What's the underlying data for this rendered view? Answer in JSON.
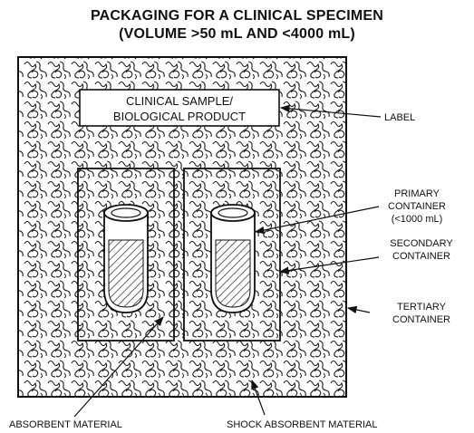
{
  "title": {
    "line1": "PACKAGING FOR A CLINICAL SPECIMEN",
    "line2": "(VOLUME >50 mL AND <4000 mL)"
  },
  "label_box": {
    "line1": "CLINICAL SAMPLE/",
    "line2": "BIOLOGICAL PRODUCT"
  },
  "callouts": {
    "label": "LABEL",
    "primary_l1": "PRIMARY",
    "primary_l2": "CONTAINER",
    "primary_l3": "(<1000 mL)",
    "secondary_l1": "SECONDARY",
    "secondary_l2": "CONTAINER",
    "tertiary_l1": "TERTIARY",
    "tertiary_l2": "CONTAINER",
    "absorbent": "ABSORBENT MATERIAL",
    "shock": "SHOCK ABSORBENT MATERIAL"
  }
}
